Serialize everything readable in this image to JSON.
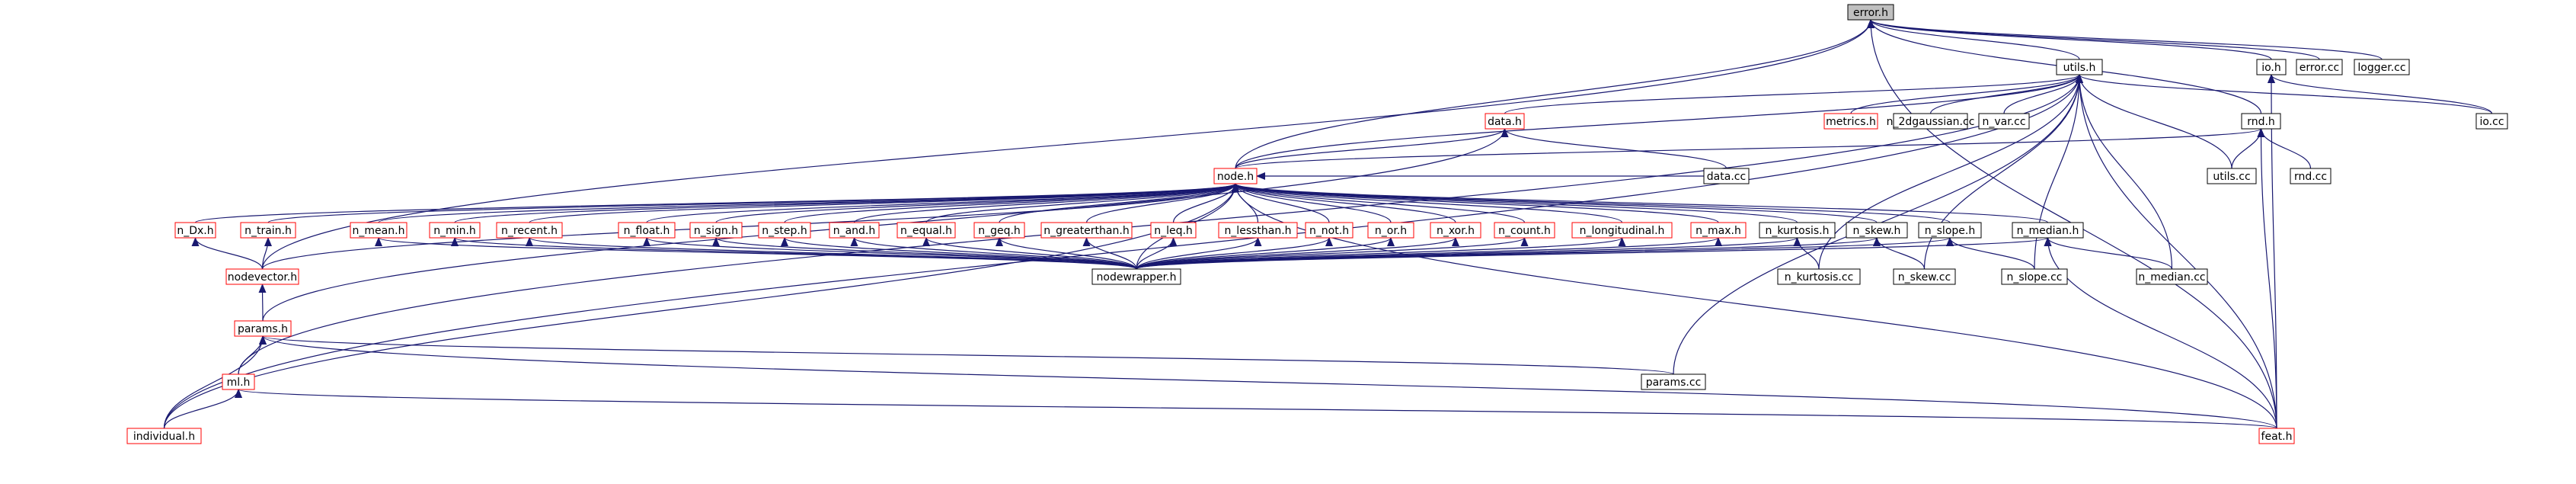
{
  "nodes": [
    {
      "id": "error_h",
      "label": "error.h",
      "style": "current"
    },
    {
      "id": "utils_h",
      "label": "utils.h",
      "style": "normal"
    },
    {
      "id": "io_h",
      "label": "io.h",
      "style": "normal"
    },
    {
      "id": "error_cc",
      "label": "error.cc",
      "style": "normal"
    },
    {
      "id": "logger_cc",
      "label": "logger.cc",
      "style": "normal"
    },
    {
      "id": "data_h",
      "label": "data.h",
      "style": "link"
    },
    {
      "id": "metrics_h",
      "label": "metrics.h",
      "style": "link"
    },
    {
      "id": "n_2dgaussian_cc",
      "label": "n_2dgaussian.cc",
      "style": "normal"
    },
    {
      "id": "n_var_cc",
      "label": "n_var.cc",
      "style": "normal"
    },
    {
      "id": "rnd_h",
      "label": "rnd.h",
      "style": "normal"
    },
    {
      "id": "io_cc",
      "label": "io.cc",
      "style": "normal"
    },
    {
      "id": "node_h",
      "label": "node.h",
      "style": "link"
    },
    {
      "id": "data_cc",
      "label": "data.cc",
      "style": "normal"
    },
    {
      "id": "utils_cc",
      "label": "utils.cc",
      "style": "normal"
    },
    {
      "id": "rnd_cc",
      "label": "rnd.cc",
      "style": "normal"
    },
    {
      "id": "n_Dx_h",
      "label": "n_Dx.h",
      "style": "link"
    },
    {
      "id": "n_train_h",
      "label": "n_train.h",
      "style": "link"
    },
    {
      "id": "n_mean_h",
      "label": "n_mean.h",
      "style": "link"
    },
    {
      "id": "n_min_h",
      "label": "n_min.h",
      "style": "link"
    },
    {
      "id": "n_recent_h",
      "label": "n_recent.h",
      "style": "link"
    },
    {
      "id": "n_float_h",
      "label": "n_float.h",
      "style": "link"
    },
    {
      "id": "n_sign_h",
      "label": "n_sign.h",
      "style": "link"
    },
    {
      "id": "n_step_h",
      "label": "n_step.h",
      "style": "link"
    },
    {
      "id": "n_and_h",
      "label": "n_and.h",
      "style": "link"
    },
    {
      "id": "n_equal_h",
      "label": "n_equal.h",
      "style": "link"
    },
    {
      "id": "n_geq_h",
      "label": "n_geq.h",
      "style": "link"
    },
    {
      "id": "n_greaterthan_h",
      "label": "n_greaterthan.h",
      "style": "link"
    },
    {
      "id": "n_leq_h",
      "label": "n_leq.h",
      "style": "link"
    },
    {
      "id": "n_lessthan_h",
      "label": "n_lessthan.h",
      "style": "link"
    },
    {
      "id": "n_not_h",
      "label": "n_not.h",
      "style": "link"
    },
    {
      "id": "n_or_h",
      "label": "n_or.h",
      "style": "link"
    },
    {
      "id": "n_xor_h",
      "label": "n_xor.h",
      "style": "link"
    },
    {
      "id": "n_count_h",
      "label": "n_count.h",
      "style": "link"
    },
    {
      "id": "n_longitudinal_h",
      "label": "n_longitudinal.h",
      "style": "link"
    },
    {
      "id": "n_max_h",
      "label": "n_max.h",
      "style": "link"
    },
    {
      "id": "n_kurtosis_h",
      "label": "n_kurtosis.h",
      "style": "normal"
    },
    {
      "id": "n_skew_h",
      "label": "n_skew.h",
      "style": "normal"
    },
    {
      "id": "n_slope_h",
      "label": "n_slope.h",
      "style": "normal"
    },
    {
      "id": "n_median_h",
      "label": "n_median.h",
      "style": "normal"
    },
    {
      "id": "nodevector_h",
      "label": "nodevector.h",
      "style": "link"
    },
    {
      "id": "nodewrapper_h",
      "label": "nodewrapper.h",
      "style": "normal"
    },
    {
      "id": "n_kurtosis_cc",
      "label": "n_kurtosis.cc",
      "style": "normal"
    },
    {
      "id": "n_skew_cc",
      "label": "n_skew.cc",
      "style": "normal"
    },
    {
      "id": "n_slope_cc",
      "label": "n_slope.cc",
      "style": "normal"
    },
    {
      "id": "n_median_cc",
      "label": "n_median.cc",
      "style": "normal"
    },
    {
      "id": "params_h",
      "label": "params.h",
      "style": "link"
    },
    {
      "id": "ml_h",
      "label": "ml.h",
      "style": "link"
    },
    {
      "id": "params_cc",
      "label": "params.cc",
      "style": "normal"
    },
    {
      "id": "individual_h",
      "label": "individual.h",
      "style": "link"
    },
    {
      "id": "feat_h",
      "label": "feat.h",
      "style": "link"
    }
  ],
  "edges": [
    [
      "utils_h",
      "error_h"
    ],
    [
      "io_h",
      "error_h"
    ],
    [
      "error_cc",
      "error_h"
    ],
    [
      "logger_cc",
      "error_h"
    ],
    [
      "rnd_h",
      "error_h"
    ],
    [
      "node_h",
      "error_h"
    ],
    [
      "nodevector_h",
      "error_h"
    ],
    [
      "feat_h",
      "error_h"
    ],
    [
      "data_h",
      "utils_h"
    ],
    [
      "metrics_h",
      "utils_h"
    ],
    [
      "n_2dgaussian_cc",
      "utils_h"
    ],
    [
      "n_var_cc",
      "utils_h"
    ],
    [
      "io_cc",
      "utils_h"
    ],
    [
      "utils_cc",
      "utils_h"
    ],
    [
      "node_h",
      "utils_h"
    ],
    [
      "n_median_cc",
      "utils_h"
    ],
    [
      "n_slope_cc",
      "utils_h"
    ],
    [
      "n_skew_cc",
      "utils_h"
    ],
    [
      "n_kurtosis_cc",
      "utils_h"
    ],
    [
      "params_cc",
      "utils_h"
    ],
    [
      "individual_h",
      "utils_h"
    ],
    [
      "ml_h",
      "utils_h"
    ],
    [
      "feat_h",
      "utils_h"
    ],
    [
      "io_cc",
      "io_h"
    ],
    [
      "feat_h",
      "io_h"
    ],
    [
      "utils_cc",
      "rnd_h"
    ],
    [
      "rnd_cc",
      "rnd_h"
    ],
    [
      "node_h",
      "rnd_h"
    ],
    [
      "feat_h",
      "rnd_h"
    ],
    [
      "node_h",
      "data_h"
    ],
    [
      "data_cc",
      "data_h"
    ],
    [
      "params_h",
      "data_h"
    ],
    [
      "n_Dx_h",
      "node_h"
    ],
    [
      "n_train_h",
      "node_h"
    ],
    [
      "n_mean_h",
      "node_h"
    ],
    [
      "n_min_h",
      "node_h"
    ],
    [
      "n_recent_h",
      "node_h"
    ],
    [
      "n_float_h",
      "node_h"
    ],
    [
      "n_sign_h",
      "node_h"
    ],
    [
      "n_step_h",
      "node_h"
    ],
    [
      "n_and_h",
      "node_h"
    ],
    [
      "n_equal_h",
      "node_h"
    ],
    [
      "n_geq_h",
      "node_h"
    ],
    [
      "n_greaterthan_h",
      "node_h"
    ],
    [
      "n_leq_h",
      "node_h"
    ],
    [
      "n_lessthan_h",
      "node_h"
    ],
    [
      "n_not_h",
      "node_h"
    ],
    [
      "n_or_h",
      "node_h"
    ],
    [
      "n_xor_h",
      "node_h"
    ],
    [
      "n_count_h",
      "node_h"
    ],
    [
      "n_longitudinal_h",
      "node_h"
    ],
    [
      "n_max_h",
      "node_h"
    ],
    [
      "n_kurtosis_h",
      "node_h"
    ],
    [
      "n_skew_h",
      "node_h"
    ],
    [
      "n_slope_h",
      "node_h"
    ],
    [
      "n_median_h",
      "node_h"
    ],
    [
      "nodevector_h",
      "node_h"
    ],
    [
      "nodewrapper_h",
      "node_h"
    ],
    [
      "individual_h",
      "node_h"
    ],
    [
      "data_cc",
      "node_h"
    ],
    [
      "feat_h",
      "node_h"
    ],
    [
      "nodevector_h",
      "n_Dx_h"
    ],
    [
      "nodevector_h",
      "n_train_h"
    ],
    [
      "nodewrapper_h",
      "n_mean_h"
    ],
    [
      "nodewrapper_h",
      "n_min_h"
    ],
    [
      "nodewrapper_h",
      "n_recent_h"
    ],
    [
      "nodewrapper_h",
      "n_float_h"
    ],
    [
      "nodewrapper_h",
      "n_sign_h"
    ],
    [
      "nodewrapper_h",
      "n_step_h"
    ],
    [
      "nodewrapper_h",
      "n_and_h"
    ],
    [
      "nodewrapper_h",
      "n_equal_h"
    ],
    [
      "nodewrapper_h",
      "n_geq_h"
    ],
    [
      "nodewrapper_h",
      "n_greaterthan_h"
    ],
    [
      "nodewrapper_h",
      "n_leq_h"
    ],
    [
      "nodewrapper_h",
      "n_lessthan_h"
    ],
    [
      "nodewrapper_h",
      "n_not_h"
    ],
    [
      "nodewrapper_h",
      "n_or_h"
    ],
    [
      "nodewrapper_h",
      "n_xor_h"
    ],
    [
      "nodewrapper_h",
      "n_count_h"
    ],
    [
      "nodewrapper_h",
      "n_longitudinal_h"
    ],
    [
      "nodewrapper_h",
      "n_max_h"
    ],
    [
      "nodewrapper_h",
      "n_kurtosis_h"
    ],
    [
      "nodewrapper_h",
      "n_skew_h"
    ],
    [
      "nodewrapper_h",
      "n_slope_h"
    ],
    [
      "nodewrapper_h",
      "n_median_h"
    ],
    [
      "n_kurtosis_cc",
      "n_kurtosis_h"
    ],
    [
      "n_skew_cc",
      "n_skew_h"
    ],
    [
      "n_slope_cc",
      "n_slope_h"
    ],
    [
      "n_median_cc",
      "n_median_h"
    ],
    [
      "feat_h",
      "n_median_h"
    ],
    [
      "params_h",
      "nodevector_h"
    ],
    [
      "ml_h",
      "params_h"
    ],
    [
      "params_cc",
      "params_h"
    ],
    [
      "individual_h",
      "params_h"
    ],
    [
      "feat_h",
      "params_h"
    ],
    [
      "individual_h",
      "ml_h"
    ],
    [
      "feat_h",
      "ml_h"
    ]
  ],
  "colors": {
    "edge": "#191970",
    "box_normal": "#000000",
    "box_link": "#ff0000",
    "box_current_fill": "#bfbfbf",
    "text": "#000000"
  }
}
